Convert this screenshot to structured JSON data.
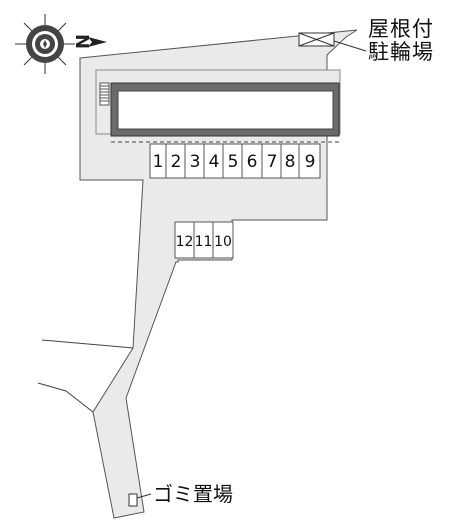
{
  "map": {
    "roof_bicycle_parking_line1": "屋根付",
    "roof_bicycle_parking_line2": "駐輪場",
    "garbage_area_label": "ゴミ置場",
    "compass_icon": "compass-rose-icon",
    "north_marker": "N",
    "parking_row_main": [
      "1",
      "2",
      "3",
      "4",
      "5",
      "6",
      "7",
      "8",
      "9"
    ],
    "parking_row_small": [
      "12",
      "11",
      "10"
    ],
    "colors": {
      "ground": "#eaeaea",
      "outline": "#555555",
      "building_border": "#6b6b6b",
      "building_fill": "#ffffff"
    }
  }
}
